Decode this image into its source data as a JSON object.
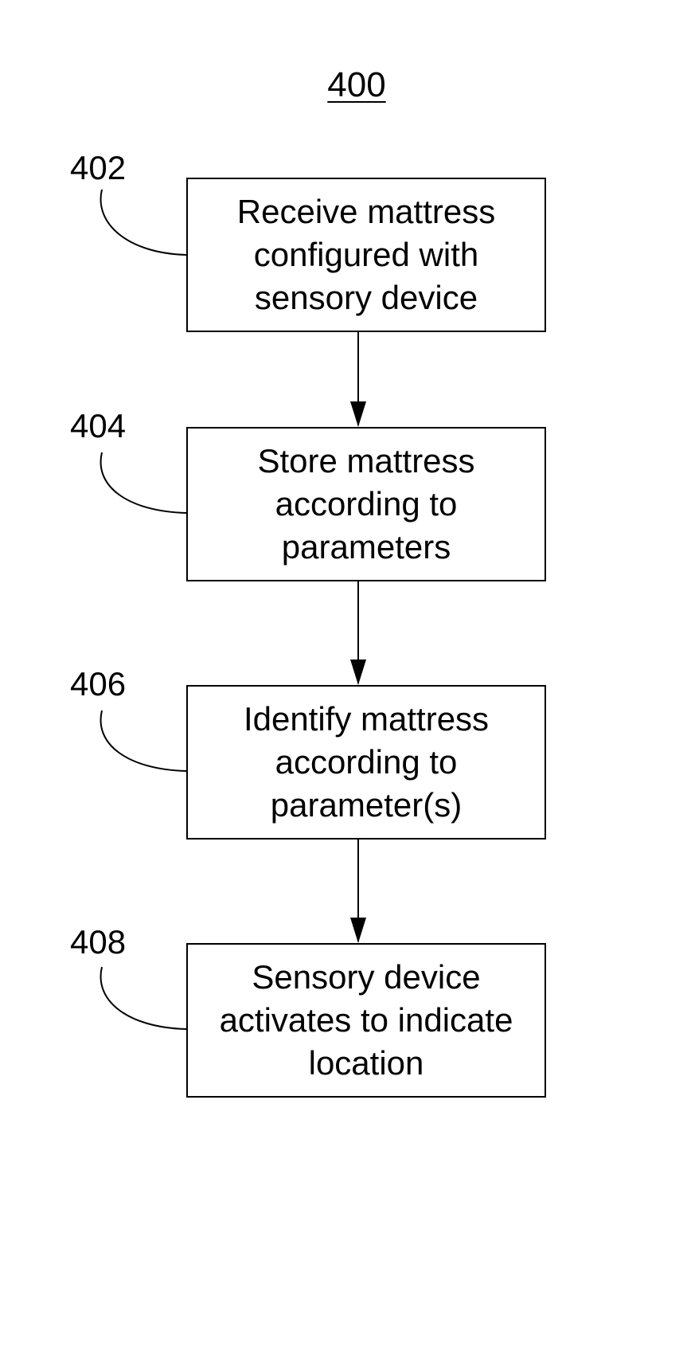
{
  "figure": {
    "number": "400"
  },
  "steps": [
    {
      "ref": "402",
      "text": "Receive mattress configured with sensory device"
    },
    {
      "ref": "404",
      "text": "Store mattress according to parameters"
    },
    {
      "ref": "406",
      "text": "Identify mattress according to parameter(s)"
    },
    {
      "ref": "408",
      "text": "Sensory device activates to indicate location"
    }
  ],
  "colors": {
    "line": "#000000",
    "background": "#ffffff"
  }
}
